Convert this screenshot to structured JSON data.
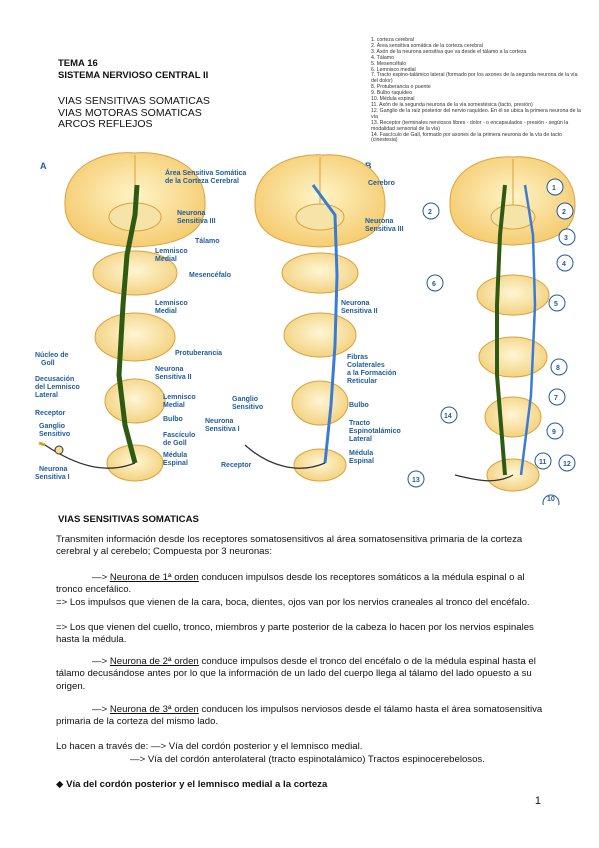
{
  "header": {
    "title": "TEMA 16",
    "subtitle": "SISTEMA NERVIOSO CENTRAL II"
  },
  "topics": [
    "VIAS SENSITIVAS SOMATICAS",
    "VIAS MOTORAS SOMATICAS",
    "ARCOS REFLEJOS"
  ],
  "legend": [
    "1.  corteza cerebral",
    "2.  Área sensitiva somática de la corteza cerebral",
    "3.  Axón de la neurona sensitiva que va desde el tálamo a la corteza",
    "4.  Tálamo",
    "5.  Mesencéfalo",
    "6.  Lemnisco medial",
    "7.  Tracto espino-talámico lateral (formado por los axones de la segunda neurona de la vía del dolor)",
    "8.  Protuberancia o puente",
    "9.  Bulbo raquídeo",
    "10. Médula espinal",
    "11. Axón de la segunda neurona de la vía somestésica (tacto, presión)",
    "12. Ganglio de la raíz posterior del nervio raquídeo. En él se ubica la primera neurona de la vía",
    "13. Receptor (terminales nerviosos libres - dolor - o encapsulados - presión - según la modalidad sensorial de la vía)",
    "14. Fascículo de Gall, formado por axones de la primera neurona de la vía de tacto (cinestesia)"
  ],
  "figure": {
    "panel_a": "A",
    "panel_b": "B",
    "labels_a": {
      "area": "Área Sensitiva Somática",
      "area2": "de la Corteza Cerebral",
      "neurona3": "Neurona",
      "neurona3b": "Sensitiva III",
      "talamo": "Tálamo",
      "lemnisco": "Lemnisco",
      "lemnisco2": "Medial",
      "mesencefalo": "Mesencéfalo",
      "lemnisco_b": "Lemnisco",
      "lemnisco_b2": "Medial",
      "protuberancia": "Protuberancia",
      "nucleo": "Núcleo de",
      "nucleo2": "Goll",
      "neurona2": "Neurona",
      "neurona2b": "Sensitiva II",
      "decusacion": "Decusación",
      "decusacion2": "del Lemnisco",
      "decusacion3": "Lateral",
      "lemnisco_c": "Lemnisco",
      "lemnisco_c2": "Medial",
      "bulbo": "Bulbo",
      "receptor": "Receptor",
      "ganglio": "Ganglio",
      "ganglio2": "Sensitivo",
      "fasciculo": "Fascículo",
      "fasciculo2": "de Goll",
      "medula": "Médula",
      "medula2": "Espinal",
      "neurona1": "Neurona",
      "neurona1b": "Sensitiva I"
    },
    "labels_b": {
      "cerebro": "Cerebro",
      "neurona3": "Neurona",
      "neurona3b": "Sensitiva III",
      "neurona2": "Neurona",
      "neurona2b": "Sensitiva II",
      "fibras": "Fibras",
      "fibras2": "Colaterales",
      "fibras3": "a la Formación",
      "fibras4": "Reticular",
      "ganglio": "Ganglio",
      "ganglio2": "Sensitivo",
      "bulbo": "Bulbo",
      "neurona1": "Neurona",
      "neurona1b": "Sensitiva I",
      "tracto": "Tracto",
      "tracto2": "Espinotalámico",
      "tracto3": "Lateral",
      "medula": "Médula",
      "medula2": "Espinal",
      "receptor": "Receptor"
    },
    "numbers": [
      "1",
      "2",
      "2",
      "3",
      "4",
      "6",
      "5",
      "8",
      "7",
      "14",
      "9",
      "11",
      "12",
      "13",
      "10"
    ]
  },
  "section": {
    "heading": "VIAS SENSITIVAS SOMATICAS",
    "intro": "Transmiten información desde los receptores somatosensitivos al área somatosensitiva primaria de la corteza cerebral y al cerebelo; Compuesta por 3 neuronas:",
    "n1_prefix": "—> ",
    "n1_link": "Neurona de 1ª orden",
    "n1_text": " conducen impulsos desde los receptores somáticos a la médula espinal o al tronco encefálico.",
    "n1_b": "=> Los impulsos que vienen de la cara, boca, dientes, ojos van por los nervios craneales al tronco del encéfalo.",
    "n1_c": "=> Los que vienen del cuello, tronco, miembros y parte posterior de la cabeza lo hacen por los nervios espinales hasta la médula.",
    "n2_prefix": "—> ",
    "n2_link": "Neurona de 2ª orden",
    "n2_text": " conduce impulsos desde el tronco del encéfalo o de la médula espinal hasta el tálamo decusándose antes por lo que la información de un lado del cuerpo llega al tálamo del lado opuesto a su origen.",
    "n3_prefix": "—> ",
    "n3_link": "Neurona de 3ª orden",
    "n3_text": " conducen los impulsos nerviosos desde el tálamo hasta el área somatosensitiva primaria de la corteza del mismo lado.",
    "via1": "Lo hacen a través de: —> Vía del cordón posterior y el lemnisco medial.",
    "via2": "—> Vía del cordón anterolateral (tracto espinotalámico) Tractos espinocerebelosos.",
    "bullet_heading": "Vía del cordón posterior y el lemnisco medial a la corteza"
  },
  "page_number": "1"
}
